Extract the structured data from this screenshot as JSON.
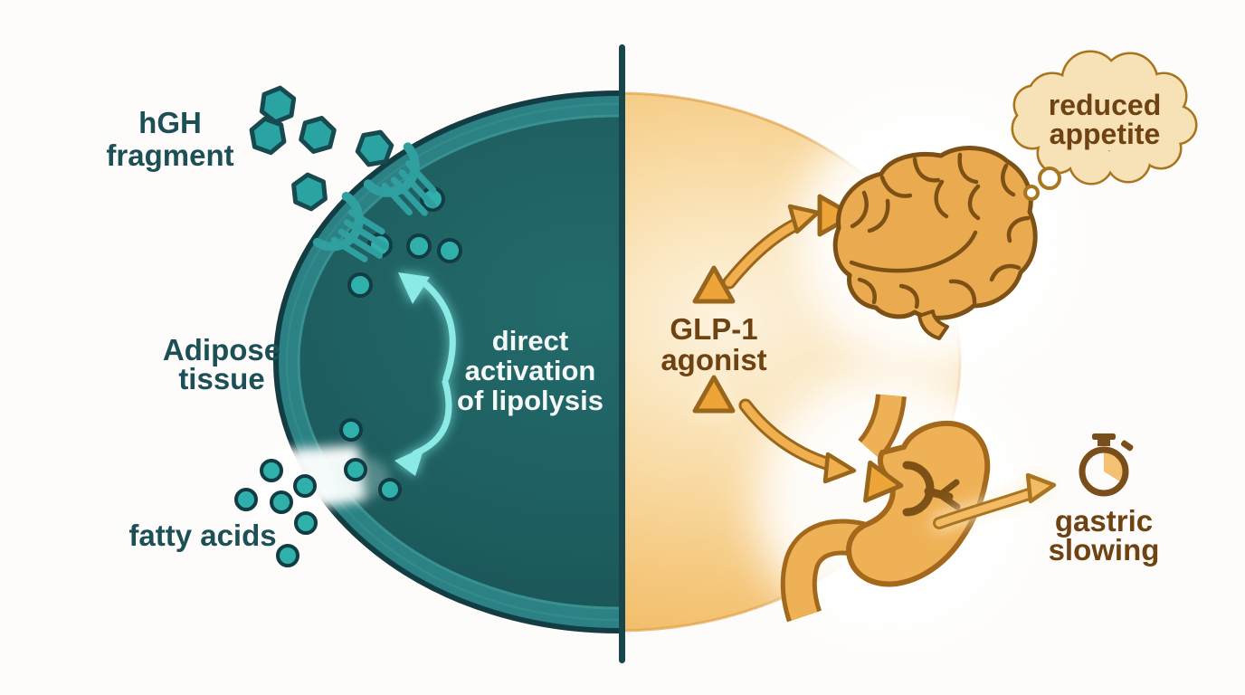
{
  "left_panel": {
    "molecule_label": {
      "line1": "hGH",
      "line2": "fragment"
    },
    "tissue_label": {
      "line1": "Adipose",
      "line2": "tissue"
    },
    "mechanism_label": {
      "line1": "direct",
      "line2": "activation",
      "line3": "of lipolysis"
    },
    "output_label": "fatty acids",
    "icons": [
      "hexagon-molecule-icon",
      "membrane-receptor-icon",
      "lipid-droplet-dot",
      "lipolysis-cycle-arrows"
    ],
    "colors": {
      "molecule_fill": "#2aa3a3",
      "molecule_outline": "#17494f",
      "cell_interior": "#1e5d5f",
      "membrane": "#2b8183",
      "label_text": "#1d4f56",
      "mechanism_text": "#f4f8f7",
      "glow_arrow": "#8ceae6"
    }
  },
  "right_panel": {
    "molecule_label": {
      "line1": "GLP-1",
      "line2": "agonist"
    },
    "brain_effect_label": {
      "line1": "reduced",
      "line2": "appetite"
    },
    "stomach_effect_label": {
      "line1": "gastric",
      "line2": "slowing"
    },
    "icons": [
      "triangle-molecule-icon",
      "brain-icon",
      "thought-bubble",
      "stomach-icon",
      "receptor-icon",
      "stopwatch-icon",
      "curved-arrow"
    ],
    "colors": {
      "molecule_fill": "#eda438",
      "molecule_outline": "#9a661c",
      "halo_circle": "#f3bc63",
      "organ_fill": "#eaaa4f",
      "organ_outline": "#7d5016",
      "stomach_fill": "#efb156",
      "label_text": "#6f4212",
      "bubble_fill": "#f7e2b8",
      "bubble_outline": "#a9761f"
    }
  },
  "divider": {
    "color": "#17464c"
  }
}
